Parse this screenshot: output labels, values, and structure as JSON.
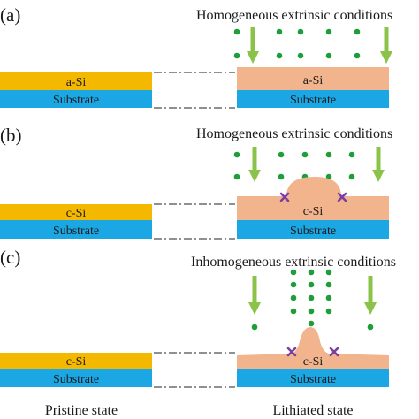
{
  "panels": [
    {
      "tag": "(a)",
      "condition": "Homogeneous extrinsic conditions",
      "film_label_left": "a-Si",
      "substrate_label_left": "Substrate",
      "film_label_right": "a-Si",
      "substrate_label_right": "Substrate"
    },
    {
      "tag": "(b)",
      "condition": "Homogeneous extrinsic conditions",
      "film_label_left": "c-Si",
      "substrate_label_left": "Substrate",
      "film_label_right": "c-Si",
      "substrate_label_right": "Substrate"
    },
    {
      "tag": "(c)",
      "condition": "Inhomogeneous extrinsic conditions",
      "film_label_left": "c-Si",
      "substrate_label_left": "Substrate",
      "film_label_right": "c-Si",
      "substrate_label_right": "Substrate"
    }
  ],
  "footer": {
    "left": "Pristine state",
    "right": "Lithiated state"
  },
  "colors": {
    "pristine_film": "#F5B800",
    "lithiated_film": "#F2B48C",
    "substrate": "#1AA7E4",
    "arrow": "#8BC34A",
    "dot": "#1E9E3A",
    "crack": "#7B3FA0"
  }
}
